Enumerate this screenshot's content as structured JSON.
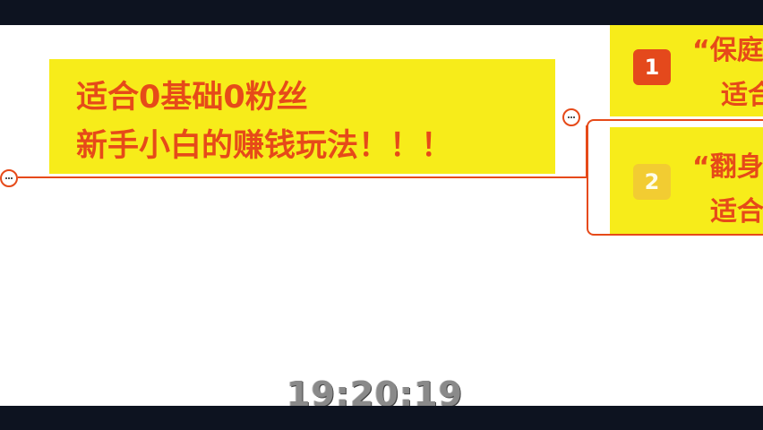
{
  "mindmap": {
    "root": {
      "line1": "适合0基础0粉丝",
      "line2": "新手小白的赚钱玩法！！！"
    },
    "children": [
      {
        "number": "1",
        "line1": "“保庭",
        "line2": "适合"
      },
      {
        "number": "2",
        "line1": "“翻身",
        "line2": "适合"
      }
    ]
  },
  "video": {
    "timestamp": "19:20:19"
  },
  "colors": {
    "node_fill": "#f7ec1a",
    "text_accent": "#e64a19",
    "badge1": "#e4491c",
    "badge2": "#f2c935",
    "letterbox": "#0d1320"
  }
}
